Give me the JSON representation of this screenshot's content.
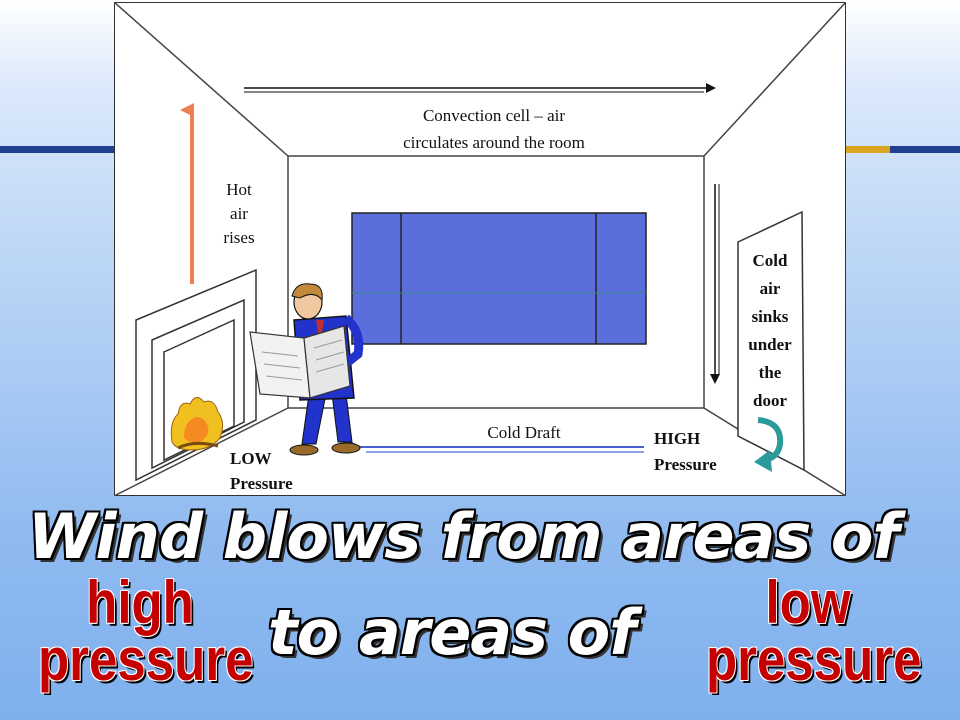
{
  "diagram": {
    "labels": {
      "convection_line1": "Convection cell – air",
      "convection_line2": "circulates around the room",
      "hot_line1": "Hot",
      "hot_line2": "air",
      "hot_line3": "rises",
      "cold_line1": "Cold",
      "cold_line2": "air",
      "cold_line3": "sinks",
      "cold_line4": "under",
      "cold_line5": "the",
      "cold_line6": "door",
      "cold_draft": "Cold Draft",
      "high_line1": "HIGH",
      "high_line2": "Pressure",
      "low_line1": "LOW",
      "low_line2": "Pressure"
    }
  },
  "headline": {
    "line1": "Wind blows from areas of",
    "line2": "to areas of"
  },
  "answers": {
    "left_line1": "high",
    "left_line2": "pressure",
    "right_line1": "low",
    "right_line2": "pressure"
  },
  "colors": {
    "window": "#5a6fdc",
    "suit": "#2233cc",
    "arrow_hot": "#f08050",
    "arrow_draft": "#4a5fd0",
    "arrow_door": "#2a9a9a",
    "answer_text": "#c40000"
  }
}
